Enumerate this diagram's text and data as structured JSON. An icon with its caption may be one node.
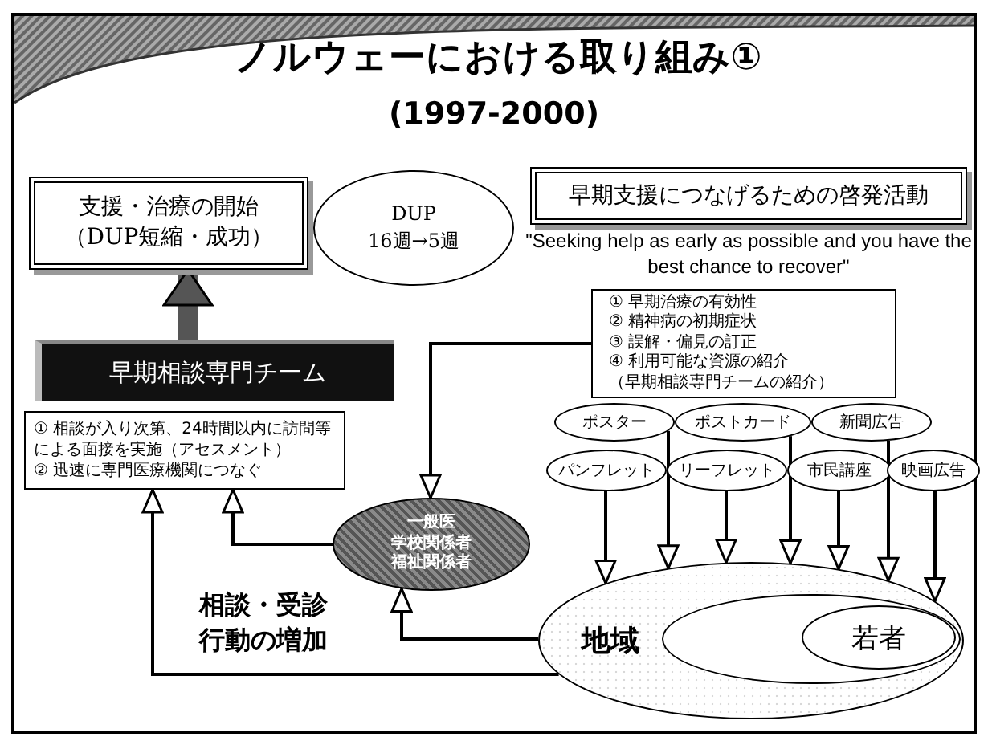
{
  "diagram": {
    "title": "ノルウェーにおける取り組み①",
    "nodes": [
      {
        "text": [
          "支援・治療の開始",
          "（DUP短縮・成功）"
        ]
      },
      {
        "text": [
          "DUP",
          "16週→5週"
        ]
      },
      {
        "text": [
          "早期支援につなげるための啓発活動"
        ]
      },
      {
        "text": [
          "① 早期治療の有効性",
          "② 精神病の初期症状",
          "③ 誤解・偏見の訂正",
          "④ 利用可能な資源の紹介",
          "（早期相談専門チームの紹介）"
        ]
      },
      {
        "text": [
          "早期相談専門チーム"
        ]
      },
      {
        "text": [
          "① 相談が入り次第、24時間以内に訪問等による面接を実施（アセスメント）",
          "② 迅速に専門医療機関につなぐ"
        ]
      },
      {
        "text": [
          "一般医",
          "学校関係者",
          "福祉関係者"
        ]
      },
      {
        "text": [
          "ポスター"
        ]
      },
      {
        "text": [
          "ポストカード"
        ]
      },
      {
        "text": [
          "新聞広告"
        ]
      },
      {
        "text": [
          "パンフレット"
        ]
      },
      {
        "text": [
          "リーフレット"
        ]
      },
      {
        "text": [
          "市民講座"
        ]
      },
      {
        "text": [
          "映画広告"
        ]
      },
      {
        "text": [
          "地域"
        ]
      },
      {
        "text": [],
        "shape": "circle",
        "in": 14
      },
      {
        "text": [
          "若者"
        ],
        "in": 15
      }
    ],
    "edges": [
      {
        "from": 4,
        "to": 0,
        "arrow": "to",
        "style": "thick"
      },
      {
        "from": 3,
        "to": 6,
        "arrow": "to"
      },
      {
        "from": 6,
        "to": 5,
        "arrow": "to"
      },
      {
        "from": 14,
        "to": 6,
        "arrow": "to"
      },
      {
        "from": 14,
        "to": 5,
        "arrow": "to"
      },
      {
        "from": 7,
        "to": 14,
        "arrow": "to"
      },
      {
        "from": 8,
        "to": 14,
        "arrow": "to"
      },
      {
        "from": 9,
        "to": 14,
        "arrow": "to"
      },
      {
        "from": 10,
        "to": 14,
        "arrow": "to"
      },
      {
        "from": 11,
        "to": 14,
        "arrow": "to"
      },
      {
        "from": 12,
        "to": 14,
        "arrow": "to"
      },
      {
        "from": 13,
        "to": 14,
        "arrow": "to"
      }
    ],
    "labels": [
      "(1997-2000)",
      "\"Seeking help as early as possible and you have the best chance to recover\"",
      "相談・受診行動の増加"
    ]
  }
}
